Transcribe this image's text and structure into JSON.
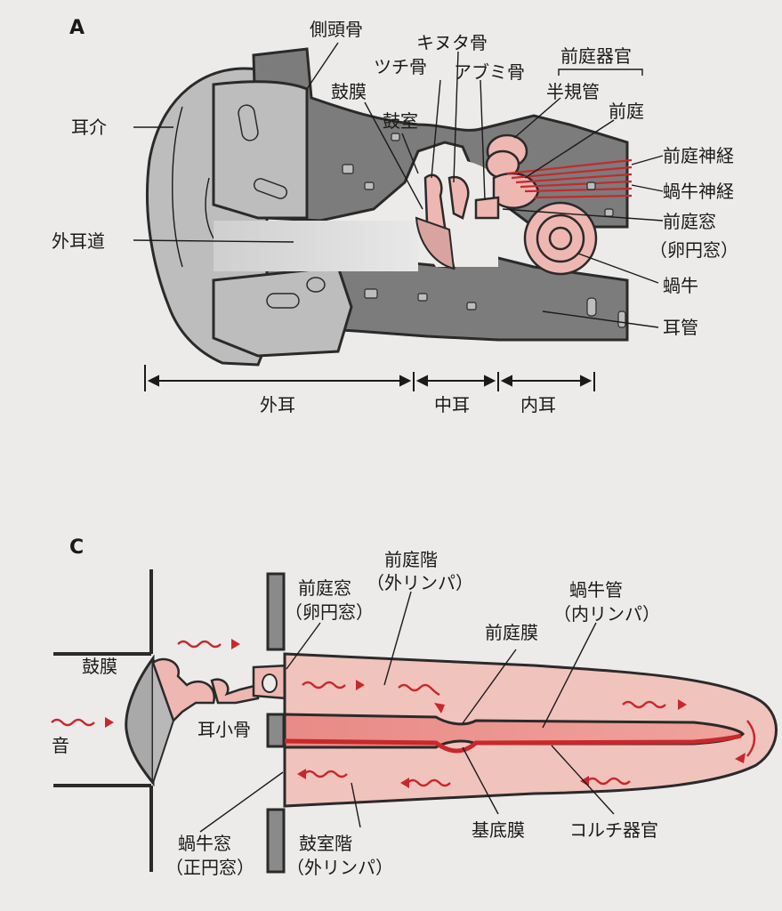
{
  "panel_a": {
    "letter": "A",
    "labels": {
      "temporal_bone": "側頭骨",
      "incus": "キヌタ骨",
      "malleus": "ツチ骨",
      "stapes": "アブミ骨",
      "vestibular_organ": "前庭器官",
      "eardrum": "鼓膜",
      "semicircular_canal": "半規管",
      "vestibule": "前庭",
      "tympanic_cavity": "鼓室",
      "auricle": "耳介",
      "vestibular_nerve": "前庭神経",
      "cochlear_nerve": "蝸牛神経",
      "oval_window_1": "前庭窓",
      "oval_window_2": "（卵円窓）",
      "external_canal": "外耳道",
      "cochlea": "蝸牛",
      "eustachian_tube": "耳管"
    },
    "regions": {
      "outer": "外耳",
      "middle": "中耳",
      "inner": "内耳"
    }
  },
  "panel_c": {
    "letter": "C",
    "labels": {
      "scala_vestibuli_1": "前庭階",
      "scala_vestibuli_2": "（外リンパ）",
      "oval_window_1": "前庭窓",
      "oval_window_2": "（卵円窓）",
      "cochlear_duct_1": "蝸牛管",
      "cochlear_duct_2": "（内リンパ）",
      "eardrum": "鼓膜",
      "reissner": "前庭膜",
      "sound": "音",
      "ossicles": "耳小骨",
      "basilar": "基底膜",
      "organ_corti": "コルチ器官",
      "round_window_1": "蝸牛窓",
      "round_window_2": "（正円窓）",
      "scala_tympani_1": "鼓室階",
      "scala_tympani_2": "（外リンパ）"
    }
  },
  "colors": {
    "bone": "#7c7c7c",
    "light_bone": "#bdbdbd",
    "perilymph": "#f1c3bd",
    "tissue": "#efb7b2",
    "accent_red": "#c8282c"
  }
}
